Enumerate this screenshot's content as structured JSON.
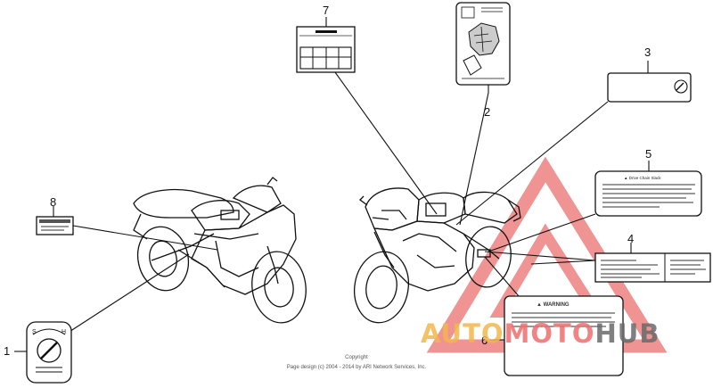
{
  "callouts": {
    "n1": "1",
    "n2": "2",
    "n3": "3",
    "n4": "4",
    "n5": "5",
    "n6": "6",
    "n7": "7",
    "n8": "8"
  },
  "label1_letters": {
    "left": "S",
    "right": "H"
  },
  "label5_text": "▲ Drive Chain Slack",
  "label6_text": "▲ WARNING",
  "watermark": {
    "parts": [
      {
        "text": "AUTO",
        "color": "#f2b84c"
      },
      {
        "text": "MOTO",
        "color": "#ee6f6f"
      },
      {
        "text": "HUB",
        "color": "#6b6b6b"
      }
    ],
    "triangle_color": "#e23b3b"
  },
  "footer": {
    "line1": "Copyright",
    "line2": "Page design (c) 2004 - 2014 by ARI Network Services, Inc."
  }
}
